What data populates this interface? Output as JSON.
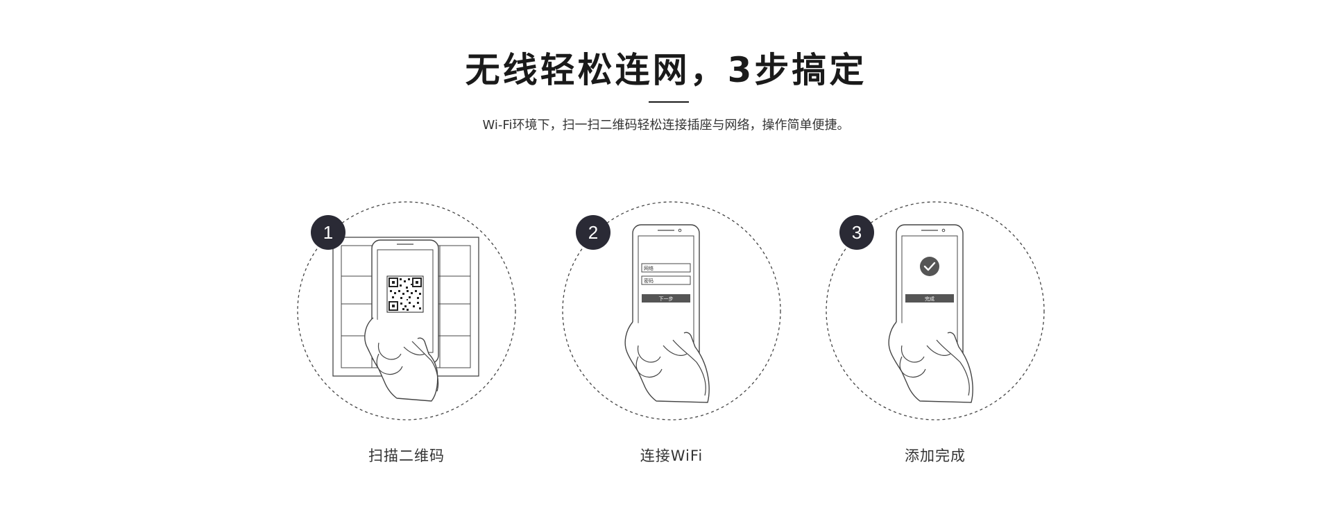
{
  "header": {
    "title": "无线轻松连网，3步搞定",
    "subtitle": "Wi-Fi环境下，扫一扫二维码轻松连接插座与网络，操作简单便捷。"
  },
  "steps": [
    {
      "number": "1",
      "label": "扫描二维码",
      "icon": "qr-scan-phone-icon"
    },
    {
      "number": "2",
      "label": "连接WiFi",
      "icon": "wifi-form-phone-icon",
      "form": {
        "network_placeholder": "网络",
        "password_placeholder": "密码",
        "next_button": "下一步"
      }
    },
    {
      "number": "3",
      "label": "添加完成",
      "icon": "checkmark-phone-icon",
      "done_button": "完成"
    }
  ],
  "colors": {
    "badge": "#2a2a35",
    "text": "#333333",
    "title": "#1a1a1a",
    "line": "#555555"
  }
}
